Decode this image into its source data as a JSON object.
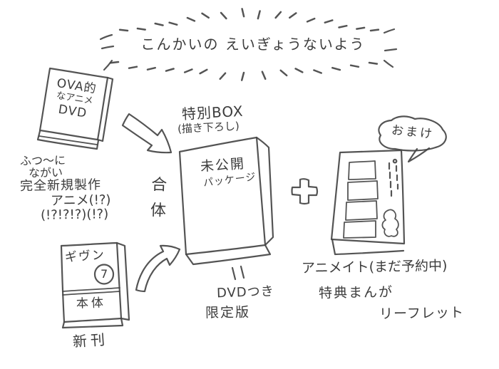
{
  "colors": {
    "ink": "#454545",
    "paper": "#ffffff"
  },
  "title": {
    "text": "こんかいの えいぎょうないよう"
  },
  "dvd_item": {
    "cover_lines": [
      "OVA的",
      "なアニメ",
      "DVD"
    ],
    "notes": [
      "ふつ〜に",
      "ながい",
      "完全新規製作",
      "アニメ(!?)",
      "(!?!?!?)(!?)"
    ]
  },
  "merge_label": "合体",
  "special_box": {
    "header": "特別BOX",
    "header_note": "(描き下ろし)",
    "cover_lines": [
      "未公開",
      "パッケージ"
    ],
    "equals_symbol": "=",
    "result_lines": [
      "DVDつき",
      "限定版"
    ]
  },
  "book_item": {
    "title": "ギヴン",
    "volume": "7",
    "label": "本体",
    "note": "新刊"
  },
  "plus_symbol": "+",
  "bonus_item": {
    "bubble": "おまけ",
    "notes": [
      "アニメイト(まだ予約中)",
      "特典まんが",
      "リーフレット"
    ]
  }
}
